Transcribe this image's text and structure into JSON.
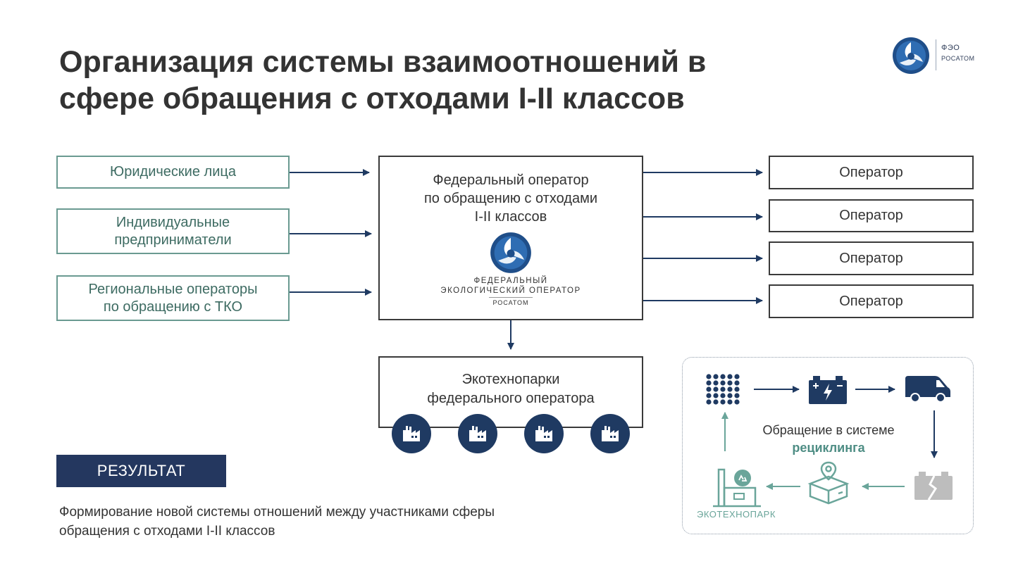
{
  "title": {
    "line1": "Организация системы взаимоотношений в",
    "line2": "сфере обращения с отходами I-II классов"
  },
  "logo": {
    "line1": "ФЭО",
    "line2": "РОСАТОМ"
  },
  "participants": [
    {
      "line1": "Юридические лица",
      "line2": ""
    },
    {
      "line1": "Индивидуальные",
      "line2": "предприниматели"
    },
    {
      "line1": "Региональные операторы",
      "line2": "по обращению с ТКО"
    }
  ],
  "federal_operator": {
    "line1": "Федеральный оператор",
    "line2": "по обращению с отходами",
    "line3": "I-II классов",
    "brand_line1": "ФЕДЕРАЛЬНЫЙ",
    "brand_line2": "ЭКОЛОГИЧЕСКИЙ ОПЕРАТОР",
    "brand_line3": "РОСАТОМ"
  },
  "operators": [
    "Оператор",
    "Оператор",
    "Оператор",
    "Оператор"
  ],
  "ecotechnoparks": {
    "line1": "Экотехнопарки",
    "line2": "федерального оператора"
  },
  "result": {
    "badge": "РЕЗУЛЬТАТ",
    "line1": "Формирование новой системы отношений между участниками сферы",
    "line2": "обращения с отходами I-II классов"
  },
  "recycling": {
    "label_line1": "Обращение в системе",
    "label_line2": "рециклинга",
    "ekopark_label": "ЭКОТЕХНОПАРК"
  },
  "colors": {
    "navy": "#1f3a62",
    "teal": "#4e8d84",
    "teal_border": "#6a9a91",
    "dark_border": "#3a3a3a",
    "badge": "#24375f"
  },
  "icons": [
    "atom-emblem-icon",
    "factory-icon",
    "battery-grid-icon",
    "battery-icon",
    "van-icon",
    "broken-battery-icon",
    "parcel-location-icon",
    "recycle-factory-icon"
  ]
}
